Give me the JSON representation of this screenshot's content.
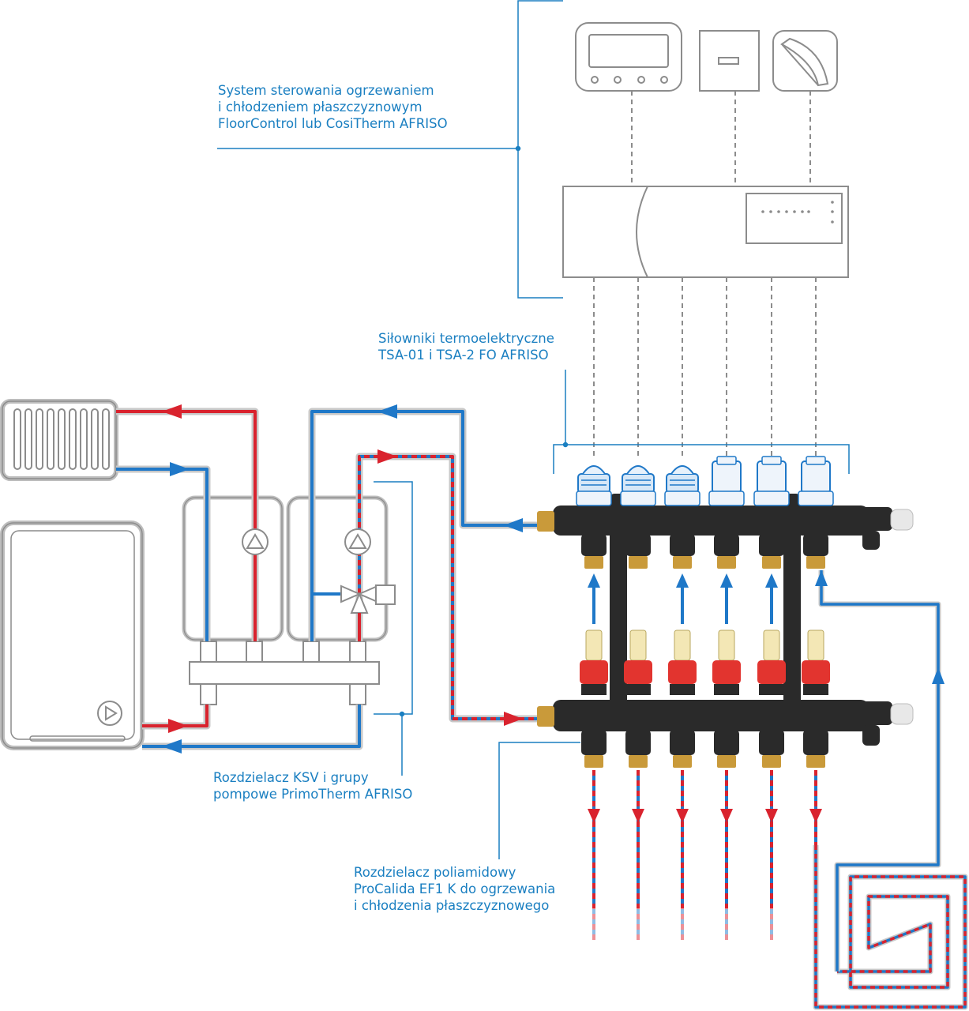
{
  "labels": {
    "control_system": [
      "System sterowania ogrzewaniem",
      "i chłodzeniem płaszczyznowym",
      "FloorControl lub CosiTherm AFRISO"
    ],
    "actuators": [
      "Siłowniki termoelektryczne",
      "TSA-01 i TSA-2 FO AFRISO"
    ],
    "pump_groups": [
      "Rozdzielacz KSV i grupy",
      "pompowe PrimoTherm AFRISO"
    ],
    "manifold": [
      "Rozdzielacz poliamidowy",
      "ProCalida EF1 K do ogrzewania",
      "i chłodzenia płaszczyznowego"
    ]
  },
  "colors": {
    "leader": "#1a7fc1",
    "supply": "#d9232e",
    "return": "#1f78c8",
    "outline": "#8c8c8c",
    "manifold_body": "#2a2a2a",
    "flowmeter_red": "#e2342f",
    "brass": "#c99a3a"
  }
}
